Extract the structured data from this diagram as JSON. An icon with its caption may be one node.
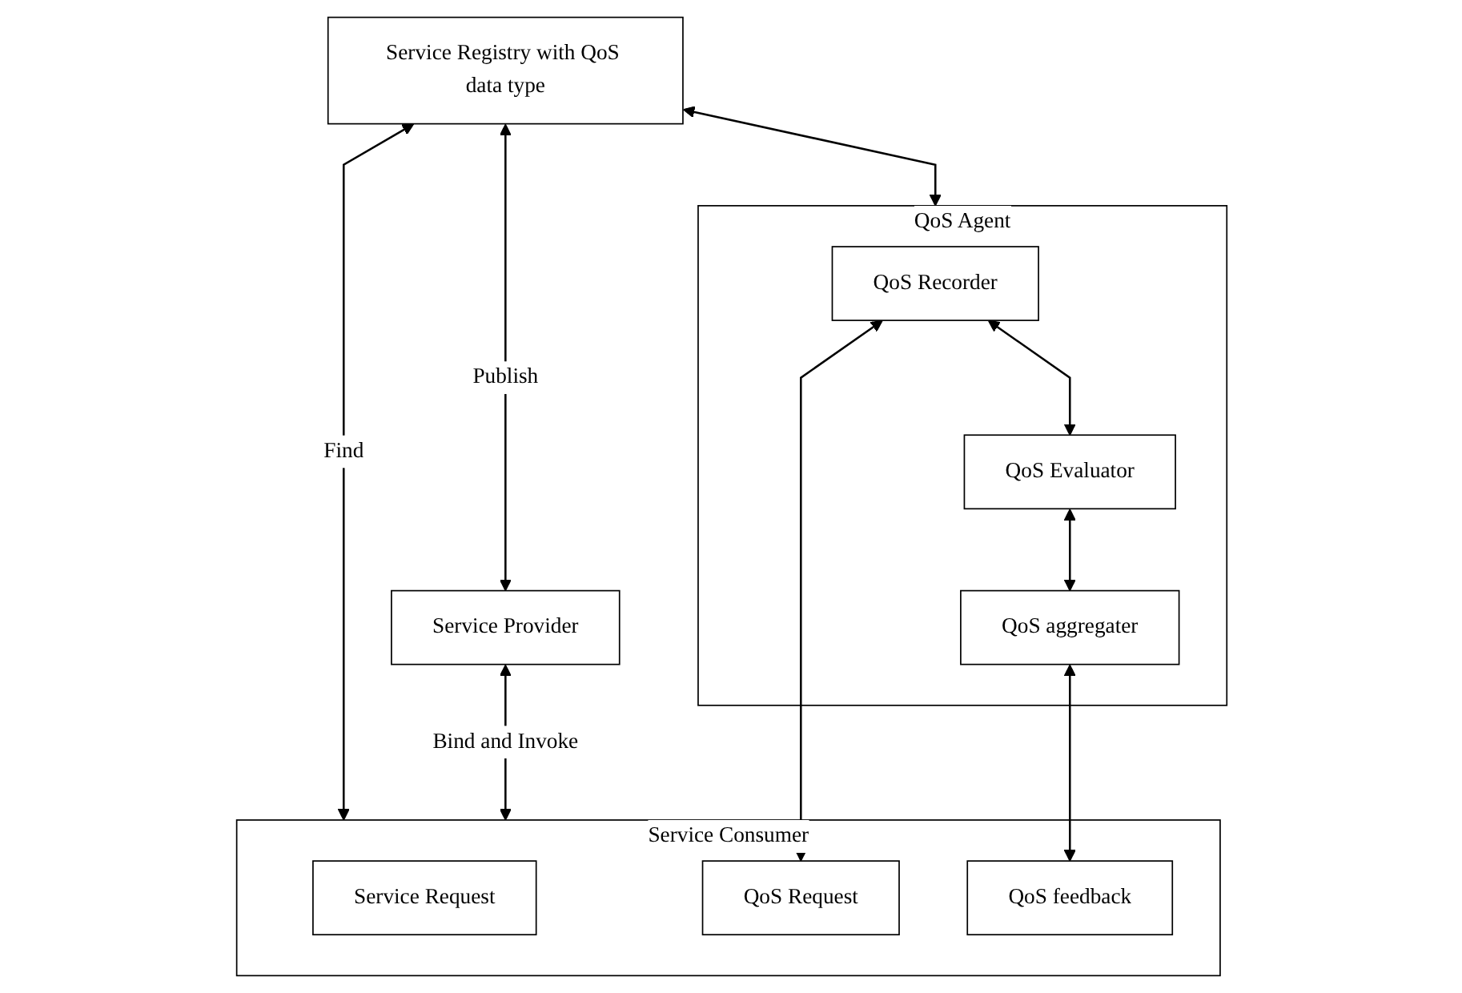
{
  "diagram": {
    "nodes": [
      {
        "text": [
          "Service Registry with QoS data type"
        ]
      },
      {
        "text": [
          "QoS Agent"
        ]
      },
      {
        "text": [
          "QoS Recorder"
        ],
        "in": 1
      },
      {
        "text": [
          "QoS Evaluator"
        ],
        "in": 1
      },
      {
        "text": [
          "QoS aggregater"
        ],
        "in": 1
      },
      {
        "text": [
          "Service Consumer"
        ]
      },
      {
        "text": [
          "Service Request"
        ],
        "in": 5
      },
      {
        "text": [
          "QoS Request"
        ],
        "in": 5
      },
      {
        "text": [
          "QoS feedback"
        ],
        "in": 5
      },
      {
        "text": [
          "Service Provider"
        ]
      }
    ],
    "edges": [
      {
        "from": 0,
        "to": 9,
        "arrow": "both",
        "label": "Publish"
      },
      {
        "from": 0,
        "to": 1,
        "arrow": "both"
      },
      {
        "from": 0,
        "to": 5,
        "arrow": "both",
        "label": "Find"
      },
      {
        "from": 2,
        "to": 3,
        "arrow": "both"
      },
      {
        "from": 3,
        "to": 4,
        "arrow": "both"
      },
      {
        "from": 2,
        "to": 7,
        "arrow": "both"
      },
      {
        "from": 4,
        "to": 8,
        "arrow": "both"
      },
      {
        "from": 9,
        "to": 5,
        "arrow": "both",
        "label": "Bind and Invoke"
      }
    ]
  }
}
